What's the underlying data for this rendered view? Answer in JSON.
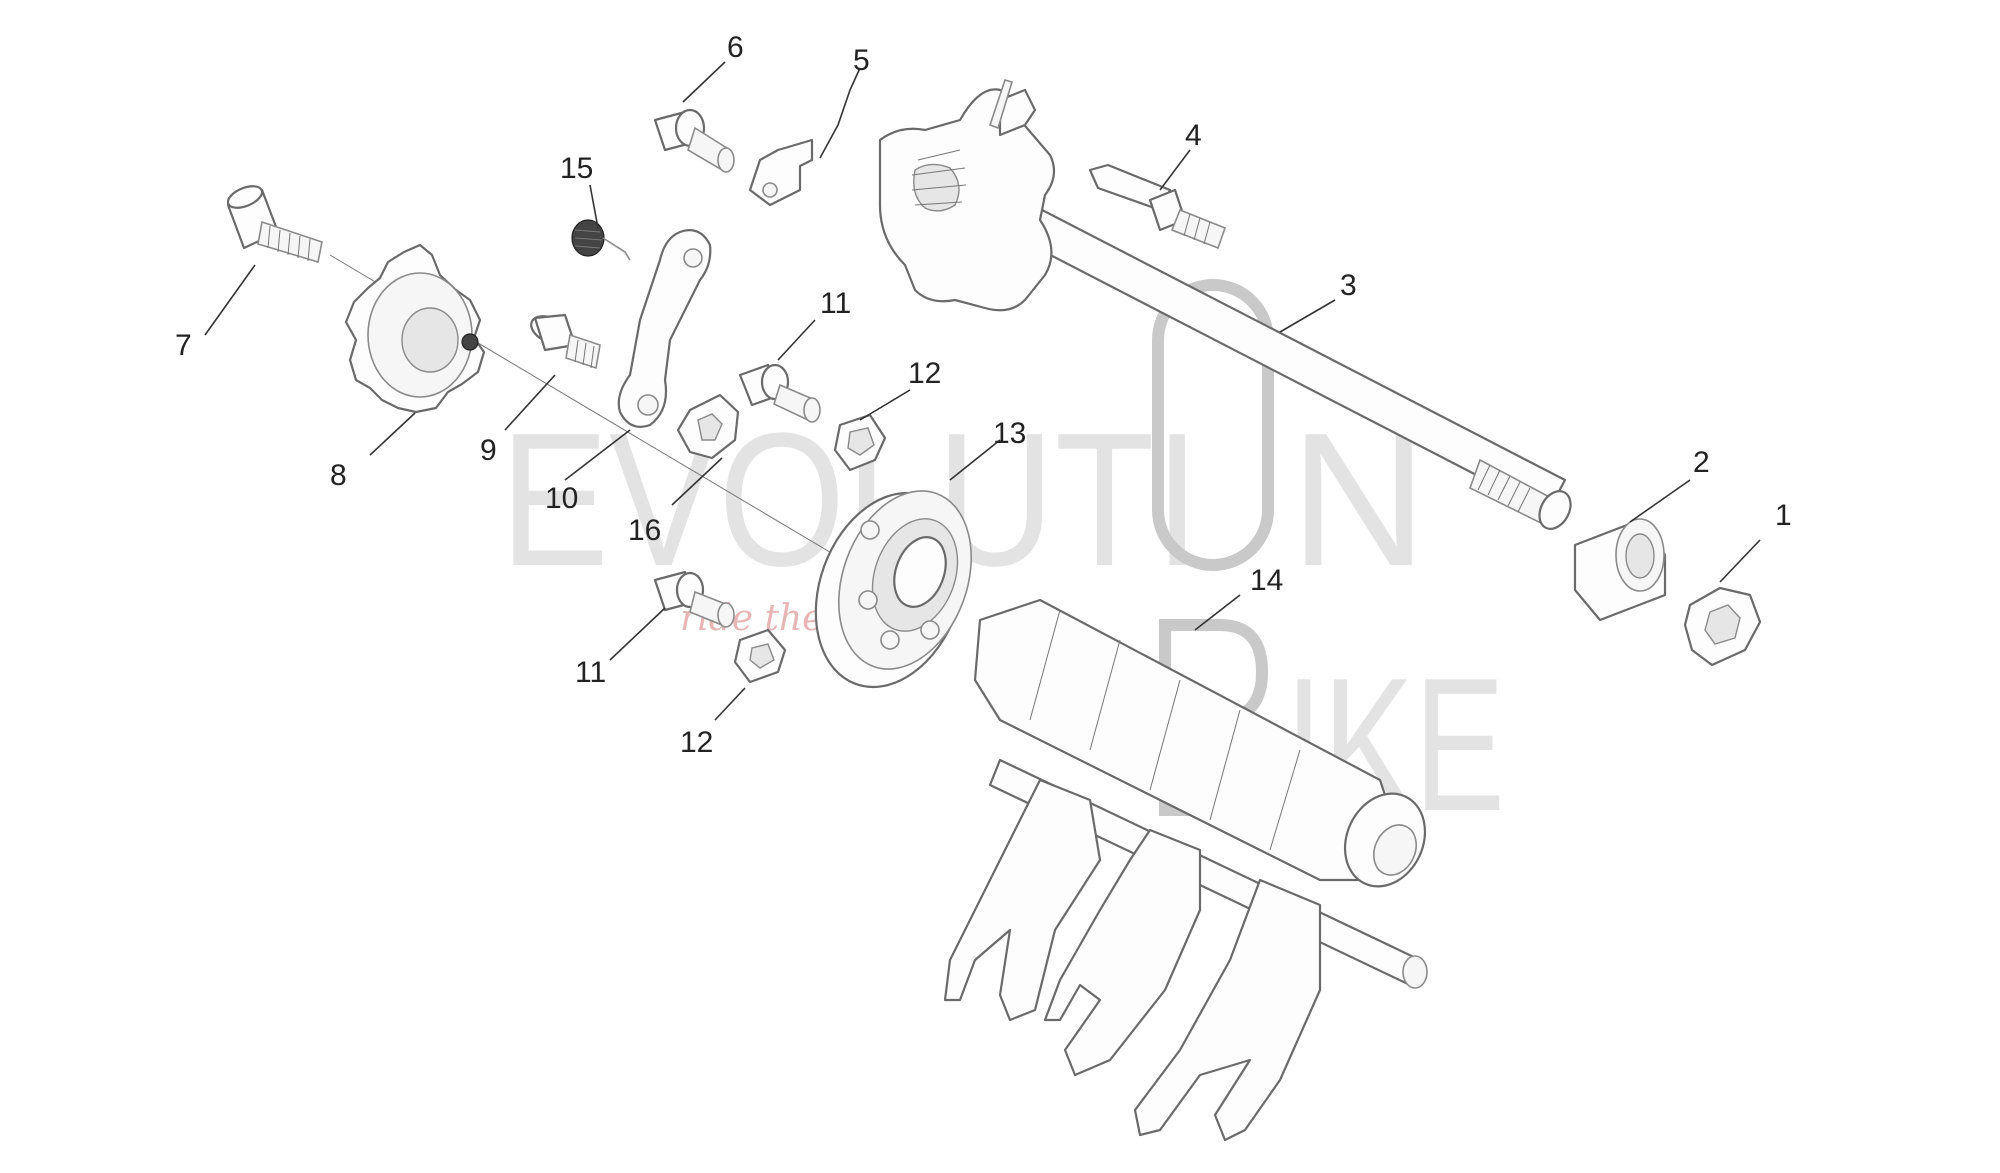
{
  "watermark": {
    "word1": "EVOLUTI",
    "word2": "N",
    "word3": "IKE",
    "tagline": "ride the power"
  },
  "callouts": {
    "c1": "1",
    "c2": "2",
    "c3": "3",
    "c4": "4",
    "c5": "5",
    "c6": "6",
    "c7": "7",
    "c8": "8",
    "c9": "9",
    "c10": "10",
    "c11a": "11",
    "c11b": "11",
    "c12a": "12",
    "c12b": "12",
    "c13": "13",
    "c14": "14",
    "c15": "15",
    "c16": "16"
  },
  "colors": {
    "linework": "#6a6a6a",
    "watermark": "#c9c9c9",
    "tagline": "#e7b5b5"
  }
}
